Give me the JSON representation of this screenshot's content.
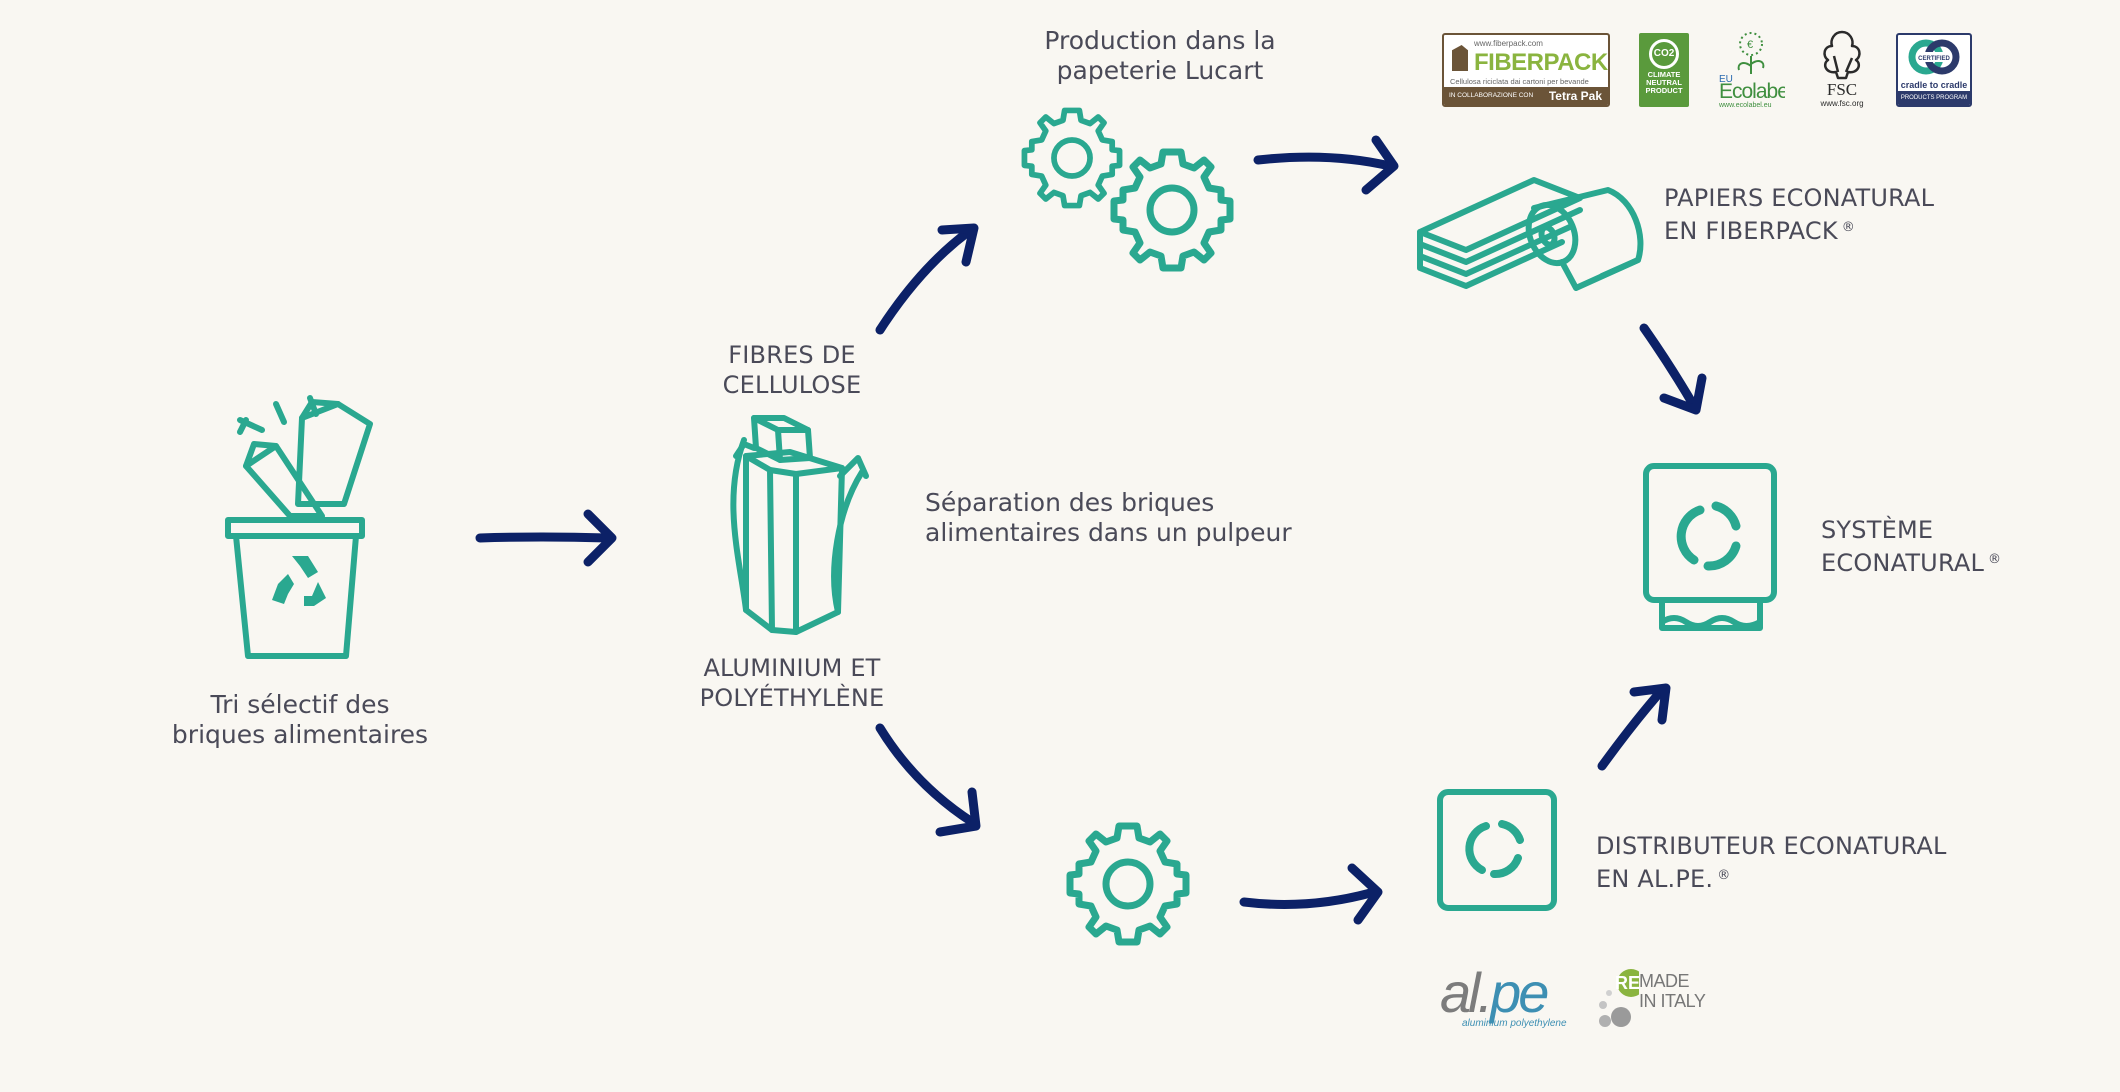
{
  "colors": {
    "background": "#f9f7f2",
    "teal": "#2aa890",
    "navy_arrow": "#0c2167",
    "text": "#4a4a58"
  },
  "labels": {
    "sorting": [
      "Tri sélectif des",
      "briques alimentaires"
    ],
    "cellulose": [
      "FIBRES DE",
      "CELLULOSE"
    ],
    "alu": [
      "ALUMINIUM ET",
      "POLYÉTHYLÈNE"
    ],
    "separation": [
      "Séparation des briques",
      "alimentaires dans un pulpeur"
    ],
    "production": [
      "Production dans la",
      "papeterie Lucart"
    ],
    "papers": [
      "PAPIERS ECONATURAL",
      "EN FIBERPACK"
    ],
    "system": [
      "SYSTÈME",
      "ECONATURAL"
    ],
    "dispenser": [
      "DISTRIBUTEUR ECONATURAL",
      "EN AL.PE."
    ],
    "registered": "®"
  },
  "badges": {
    "fiberpack": {
      "url": "www.fiberpack.com",
      "brand": "FIBERPACK",
      "tagline": "Cellulosa riciclata dai cartoni per bevande",
      "collab": "IN COLLABORAZIONE CON",
      "partner": "Tetra Pak"
    },
    "climate": {
      "symbol": "CO2",
      "line1": "CLIMATE",
      "line2": "NEUTRAL",
      "line3": "PRODUCT"
    },
    "ecolabel": {
      "prefix": "EU",
      "name": "Ecolabel",
      "url": "www.ecolabel.eu"
    },
    "fsc": {
      "name": "FSC",
      "url": "www.fsc.org"
    },
    "c2c": {
      "certified": "CERTIFIED",
      "name": "cradle to cradle",
      "program": "PRODUCTS PROGRAM"
    },
    "alpe": {
      "name_a": "al.",
      "name_b": "pe",
      "sub": "aluminium polyethylene"
    },
    "remade": {
      "re": "RE",
      "line1": "MADE",
      "line2": "IN ITALY"
    }
  }
}
